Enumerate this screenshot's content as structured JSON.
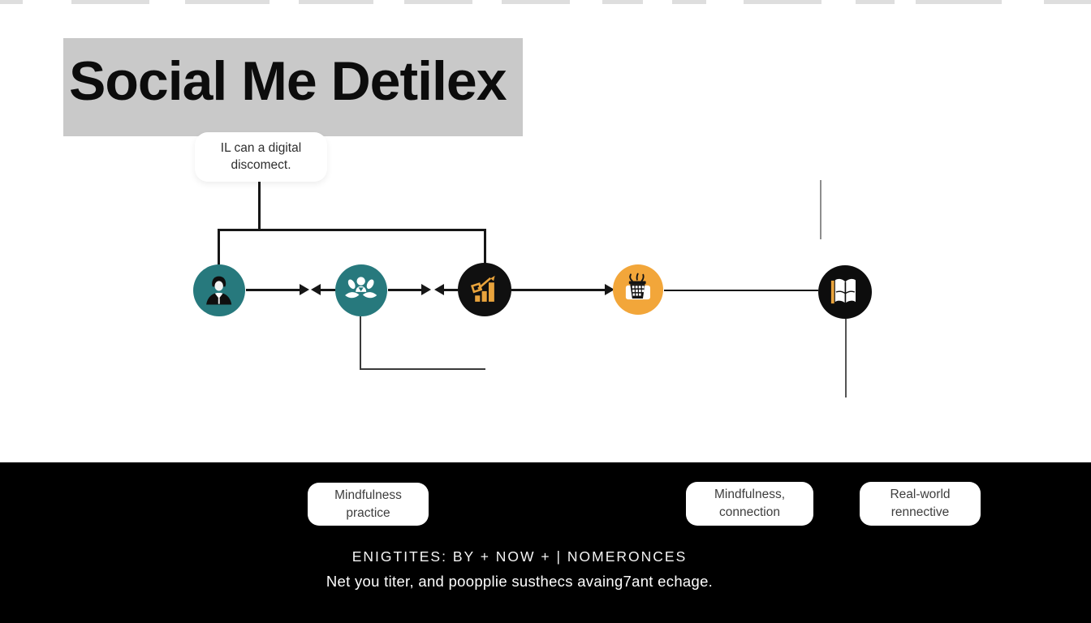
{
  "title": "Social Me Detilex",
  "note": {
    "line1": "IL can a digital",
    "line2": "discomect."
  },
  "flow_icons": [
    "person-icon",
    "meditation-lotus-icon",
    "chart-growth-icon",
    "shopping-basket-icon",
    "open-book-icon"
  ],
  "band_labels": [
    {
      "line1": "Mindfulness",
      "line2": "practice"
    },
    {
      "line1": "Mindfulness,",
      "line2": "connection"
    },
    {
      "line1": "Real-world",
      "line2": "rennective"
    }
  ],
  "footer": {
    "line1": "ENIGTITES: BY + NOW + | NOMERONCES",
    "line2": "Net you titer, and poopplie susthecs avaing7ant echage."
  },
  "colors": {
    "teal": "#27797d",
    "amber": "#f2a63a",
    "node_black": "#101010",
    "accent_yellow": "#e8a33c",
    "title_bg": "#c9c9c9",
    "band_bg": "#000000"
  }
}
